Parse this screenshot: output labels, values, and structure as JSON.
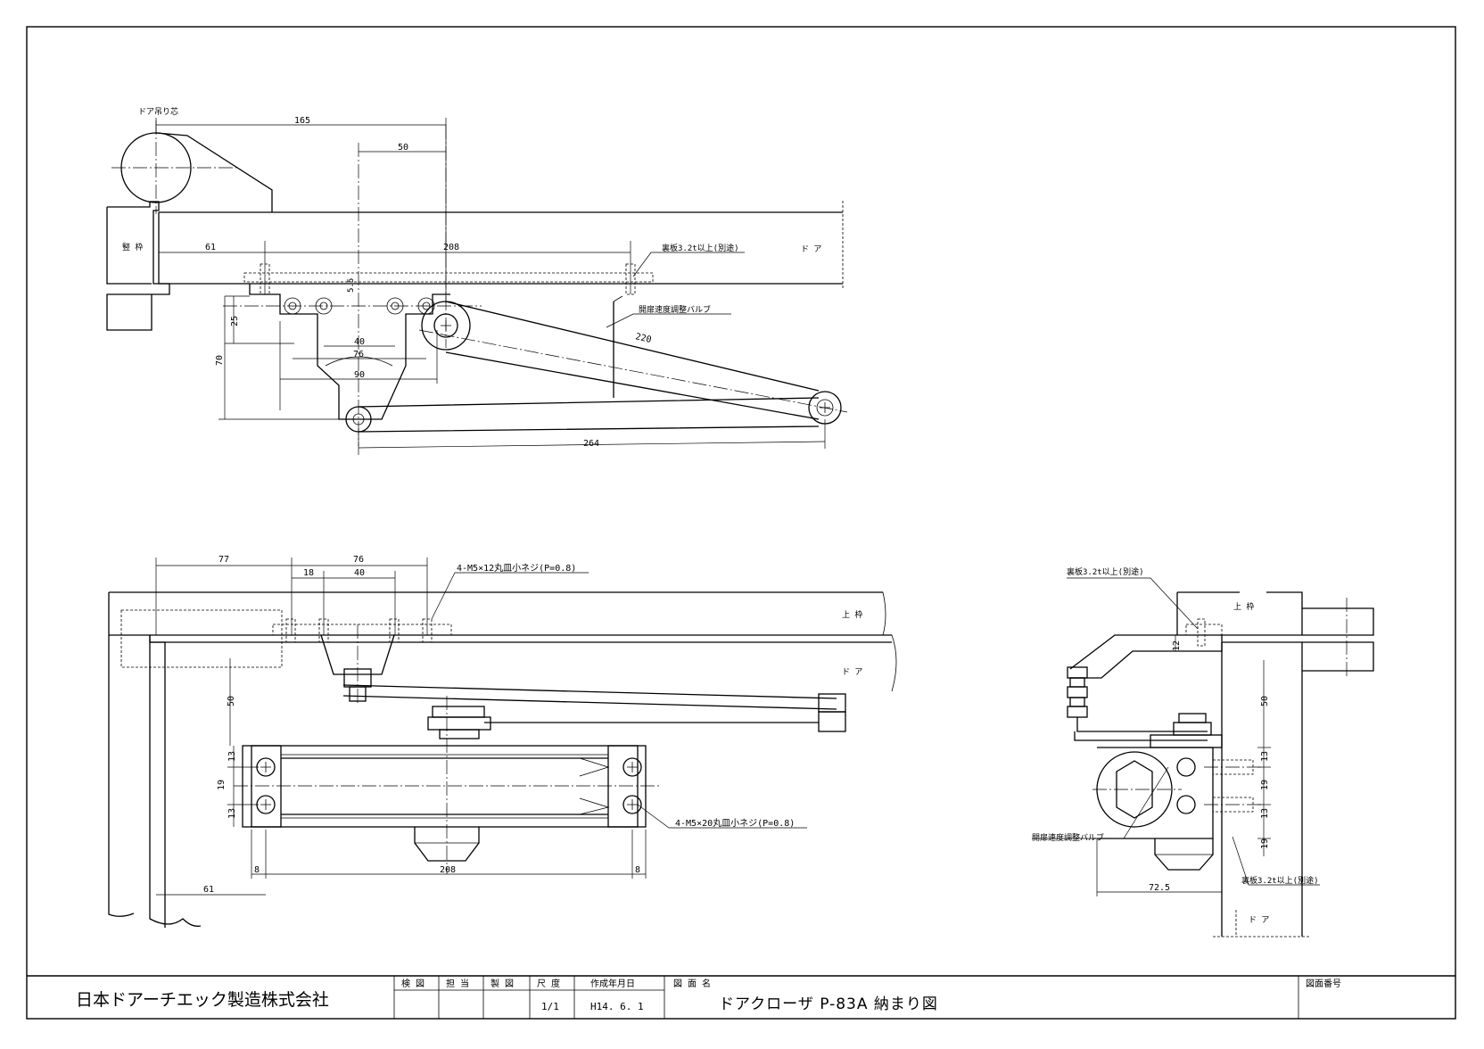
{
  "top_view": {
    "label_hinge": "ドア吊り芯",
    "label_frame": "竪 枠",
    "label_door": "ド ア",
    "note_backplate": "裏板3.2t以上(別途)",
    "note_valve": "開扉速度調整バルブ",
    "dims": {
      "d165": "165",
      "d50": "50",
      "d61": "61",
      "d208": "208",
      "d5_5": "5.5",
      "d25": "25",
      "d70": "70",
      "d40": "40",
      "d76": "76",
      "d90": "90",
      "d220": "220",
      "d264": "264"
    }
  },
  "front_view": {
    "label_top_frame": "上 枠",
    "label_door": "ド ア",
    "note_screw_top": "4-M5×12丸皿小ネジ(P=0.8)",
    "note_screw_body": "4-M5×20丸皿小ネジ(P=0.8)",
    "dims": {
      "d77": "77",
      "d76": "76",
      "d18": "18",
      "d40": "40",
      "d50": "50",
      "d13a": "13",
      "d19": "19",
      "d13b": "13",
      "d8a": "8",
      "d208": "208",
      "d8b": "8",
      "d61": "61"
    }
  },
  "side_view": {
    "note_backplate_top": "裏板3.2t以上(別途)",
    "label_top_frame": "上 枠",
    "note_valve": "開扉速度調整バルブ",
    "note_backplate_bottom": "裏板3.2t以上(別途)",
    "label_door": "ド ア",
    "dims": {
      "d12": "12",
      "d50": "50",
      "d13a": "13",
      "d19a": "19",
      "d13b": "13",
      "d19b": "19",
      "d72_5": "72.5"
    }
  },
  "title_block": {
    "company": "日本ドアーチエック製造株式会社",
    "headers": [
      "検 図",
      "担 当",
      "製 図",
      "尺 度",
      "作成年月日",
      "図 面 名",
      "図面番号"
    ],
    "scale": "1/1",
    "date": "H14. 6. 1",
    "drawing_title": "ドアクローザ P-83A 納まり図",
    "drawing_number": ""
  }
}
